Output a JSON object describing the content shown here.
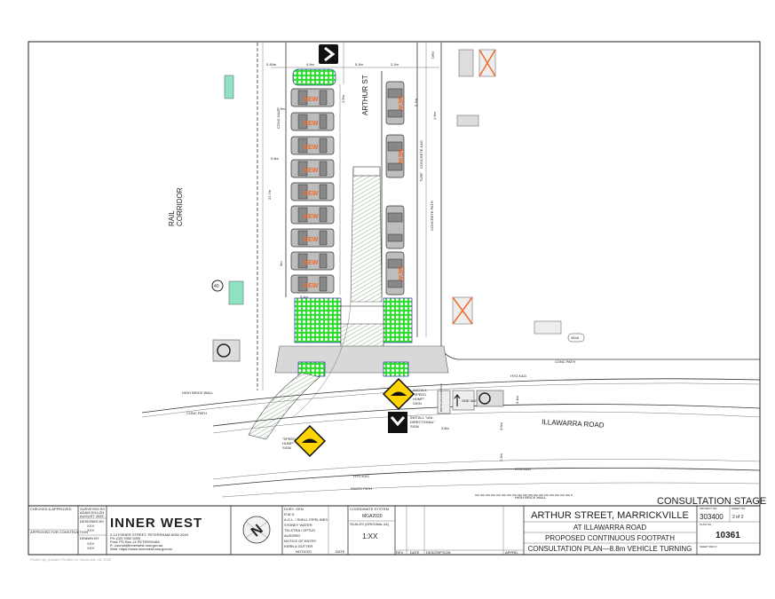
{
  "drawing": {
    "stage": "CONSULTATION STAGE",
    "labels": {
      "rail_corridor": [
        "RAIL",
        "CORRIDOR"
      ],
      "arthur_st": "ARTHUR ST",
      "illawarra_road": "ILLAWARRA ROAD",
      "conc_path_1": "CONC PATH",
      "conc_path_2": "CONC PATH",
      "concrete_path": "CONCRETE PATH",
      "concrete_kb": "CONCRETE K&G",
      "conc_kb": "CONC K&G",
      "turf": "TURF",
      "drv": "DRV",
      "paved_path": "PAVED PATH",
      "htg_kb_1": "HTG K&G",
      "htg_kb_2": "HTG K&G",
      "htg_kb_3": "HTG K&G",
      "high_brick_wall_1": "HIGH BRICK WALL",
      "high_brick_wall_2": "HIGH BRICK WALL",
      "car_label": "NEW",
      "install_speed_hump": [
        "INSTALL",
        "\"SPEED",
        "HUMP\"",
        "SIGN"
      ],
      "speed_hump_sign": [
        "\"SPEED",
        "HUMP\"",
        "SIGN"
      ],
      "install_unidirectional": [
        "INSTALL \"UNI-",
        "DIRECTIONAL\"",
        "SIGN"
      ],
      "bicycles_excepted": "BICYCLES EXCEPTED",
      "one_way": "ONE WAY",
      "speed_40": "40",
      "route": "344A"
    },
    "dimensions": [
      "0.45m",
      "4.9m",
      "5.3m",
      "2.2m",
      "5.1m",
      "1.9m",
      "0.9m",
      "22.7m",
      "2.5m",
      "5.4m",
      "3.8m",
      "3.4m",
      "3.6m",
      "2.2m",
      "3m",
      "0.8m"
    ]
  },
  "title_block": {
    "checked_approved": "CHECKED & APPROVED",
    "approved_construction": "APPROVED FOR CONSTRUCTION",
    "surveyed_by": "SURVEYED BY",
    "surveyor": "ADAM DILLON",
    "survey_date": "AUGUST 2025",
    "designed_by": "DESIGNED BY",
    "designer": [
      "XXX",
      "XXX"
    ],
    "drawn_by": "DRAWN BY",
    "drawer": [
      "XXX",
      "XXX"
    ],
    "council": "INNER WEST",
    "address": [
      "2-14 FISHER STREET, PETERSHAM NSW 2049",
      "Ph:     (02) 9392 5000",
      "Post:   PO Box 14 PETERSHAM",
      "E:      council@innerwest.nsw.gov.au",
      "Web:    https://www.innerwest.nsw.gov.au"
    ],
    "notices": [
      "DURY. GEN.",
      "R.M.S.",
      "A.G.L. / SHELL PIPELINES",
      "SYDNEY WATER",
      "TELSTRA / OPTUS",
      "AUSGRID",
      "NOTICE OF ENTRY",
      "KERB & GUTTER"
    ],
    "notices_header": "NOTICES",
    "date_header": "DATE",
    "coordinate_system_label": "COORDINATE SYSTEM",
    "coordinate_system": "MGA2020",
    "scales_label": "SCALES (ORIGINAL A1)",
    "scale": "1:XX",
    "rev_headers": [
      "REV.",
      "DATE",
      "DESCRIPTION",
      "APPRD."
    ],
    "title_1": "ARTHUR STREET, MARRICKVILLE",
    "title_2": "AT ILLAWARRA ROAD",
    "title_3": "PROPOSED CONTINUOUS FOOTPATH",
    "title_4": "CONSULTATION PLAN—8.8m VEHICLE TURNING",
    "project_no_label": "PROJECT NO.",
    "project_no": "303400",
    "sheet_no_label": "SHEET NO.",
    "sheet_no": "2 of 2",
    "plan_no_label": "PLAN NO.",
    "plan_no": "10361",
    "sheet_rev_label": "SHEET REV #"
  },
  "footer": "Plotted by: (hidden) Plotted on: November 18, 2025"
}
